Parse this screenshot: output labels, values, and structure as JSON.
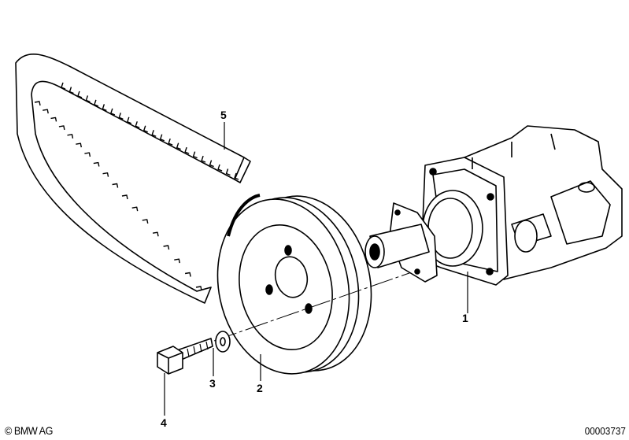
{
  "callouts": [
    {
      "id": "1",
      "label": "1"
    },
    {
      "id": "2",
      "label": "2"
    },
    {
      "id": "3",
      "label": "3"
    },
    {
      "id": "4",
      "label": "4"
    },
    {
      "id": "5",
      "label": "5"
    }
  ],
  "footer": {
    "copyright": "© BMW AG",
    "diagram_number": "00003737"
  }
}
